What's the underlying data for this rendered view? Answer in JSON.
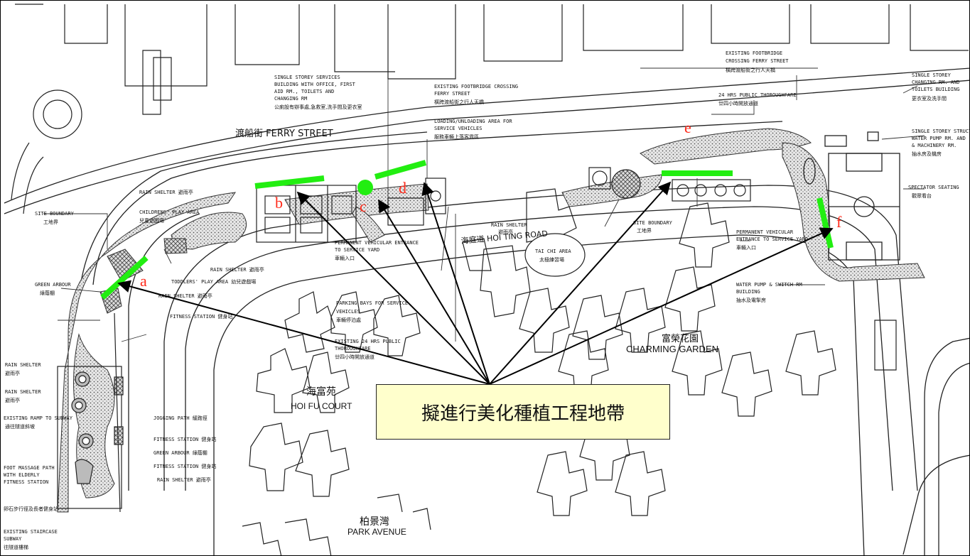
{
  "callout": {
    "text": "擬進行美化種植工程地帶"
  },
  "zones": [
    {
      "id": "a",
      "label": "a"
    },
    {
      "id": "b",
      "label": "b"
    },
    {
      "id": "c",
      "label": "c"
    },
    {
      "id": "d",
      "label": "d"
    },
    {
      "id": "e",
      "label": "e"
    },
    {
      "id": "f",
      "label": "f"
    }
  ],
  "colors": {
    "highlight": "#22ee11",
    "zone_letter": "#ff2a1a",
    "callout_bg": "#ffffcc",
    "hatch": "#555555"
  },
  "plan_labels": {
    "ferry_street": "渡船街 FERRY STREET",
    "hoi_ting_road": "海庭道 HOI TING ROAD",
    "charming_garden_cn": "富榮花園",
    "charming_garden_en": "CHARMING GARDEN",
    "hoi_fu_court_cn": "海富苑",
    "hoi_fu_court_en": "HOI FU COURT",
    "park_avenue_cn": "柏景灣",
    "park_avenue_en": "PARK AVENUE",
    "tai_chi_1": "TAI CHI AREA",
    "tai_chi_2": "太極練習場",
    "rain_shelter": "RAIN SHELTER 避雨亭",
    "rain_shelter_cn": "RAIN SHELTER",
    "rain_shelter_cn2": "避雨亭",
    "site_boundary": "SITE BOUNDARY",
    "site_boundary_cn": "工地界",
    "site_boundary_r": "SITE BOUNDARY",
    "site_boundary_r_cn": "工地界",
    "childrens_play": "CHILDRENS' PLAY AREA",
    "childrens_play_cn": "兒童遊戲場",
    "toddlers_play": "TODDLERS' PLAY AREA 幼兒遊戲場",
    "rain_shelter_2": "RAIN SHELTER 避雨亭",
    "rain_shelter_3": "RAIN SHELTER 避雨亭",
    "fitness_station": "FITNESS STATION 健身站",
    "green_arbour": "GREEN ARBOUR",
    "green_arbour_cn": "綠蔭棚",
    "jogging_path": "JOGGING PATH 緩跑徑",
    "fitness_station_2": "FITNESS STATION 健身站",
    "green_arbour_2": "GREEN ARBOUR 綠蔭棚",
    "fitness_station_3": "FITNESS STATION 健身站",
    "rain_shelter_4": "RAIN SHELTER 避雨亭",
    "services_1": "SINGLE STOREY SERVICES",
    "services_2": "BUILDING WITH OFFICE, FIRST",
    "services_3": "AID RM., TOILETS AND",
    "services_4": "CHANGING RM",
    "services_5": "公廁設有辦事處,急救室,洗手間及更衣室",
    "footbridge_1": "EXISTING FOOTBRIDGE CROSSING",
    "footbridge_2": "FERRY STREET",
    "footbridge_3": "橫跨渡船街之行人天橋",
    "loading_1": "LOADING/UNLOADING AREA FOR",
    "loading_2": "SERVICE VEHICLES",
    "loading_3": "服務車輛上落客貨區",
    "thoroughfare_1": "24 HRS PUBLIC THOROUGHFARE",
    "thoroughfare_2": "廿四小時開放通道",
    "footbridge_r1": "EXISTING FOOTBRIDGE",
    "footbridge_r2": "CROSSING FERRY STREET",
    "footbridge_r3": "橫跨渡船街之行人天橋",
    "single_storey_r1": "SINGLE STOREY",
    "single_storey_r2": "CHANGING RM. AND",
    "single_storey_r3": "TOILETS BUILDING",
    "single_storey_r4": "更衣室及洗手間",
    "water_pump_1": "SINGLE STOREY STRUCTURE",
    "water_pump_2": "WATER PUMP RM. AND",
    "water_pump_3": "& MACHINERY RM.",
    "water_pump_4": "抽水房及機房",
    "spectator": "SPECTATOR SEATING",
    "spectator_cn": "觀眾看台",
    "vehicle_ent_1": "PERMANENT VEHICULAR ENTRANCE",
    "vehicle_ent_2": "TO SERVICE YARD",
    "vehicle_ent_3": "車輛入口",
    "vehicle_ent_r1": "PERMANENT VEHICULAR",
    "vehicle_ent_r2": "ENTRANCE TO SERVICE YARD",
    "vehicle_ent_r3": "車輛入口",
    "water_switch_1": "WATER PUMP & SWITCH RM",
    "water_switch_2": "BUILDING",
    "water_switch_3": "抽水及電掣房",
    "parking_1": "PARKING BAYS FOR SERVICE",
    "parking_2": "VEHICLES",
    "parking_3": "車輛停泊處",
    "existing_24_1": "EXISTING 24 HRS PUBLIC",
    "existing_24_2": "THOROUGHFARE",
    "existing_24_3": "廿四小時開放通道",
    "left_rain_1": "RAIN SHELTER",
    "left_rain_1cn": "避雨亭",
    "left_rain_2": "RAIN SHELTER",
    "left_rain_2cn": "避雨亭",
    "left_ramp": "EXISTING RAMP TO SUBWAY",
    "left_ramp_cn": "通往隧道斜坡",
    "left_massage_1": "FOOT MASSAGE PATH",
    "left_massage_2": "WITH ELDERLY",
    "left_massage_3": "FITNESS STATION",
    "left_massage_cn": "卵石步行徑及長者健身站",
    "left_subway_1": "EXISTING STAIRCASE",
    "left_subway_2": "SUBWAY",
    "left_subway_cn": "往隧道樓梯"
  }
}
